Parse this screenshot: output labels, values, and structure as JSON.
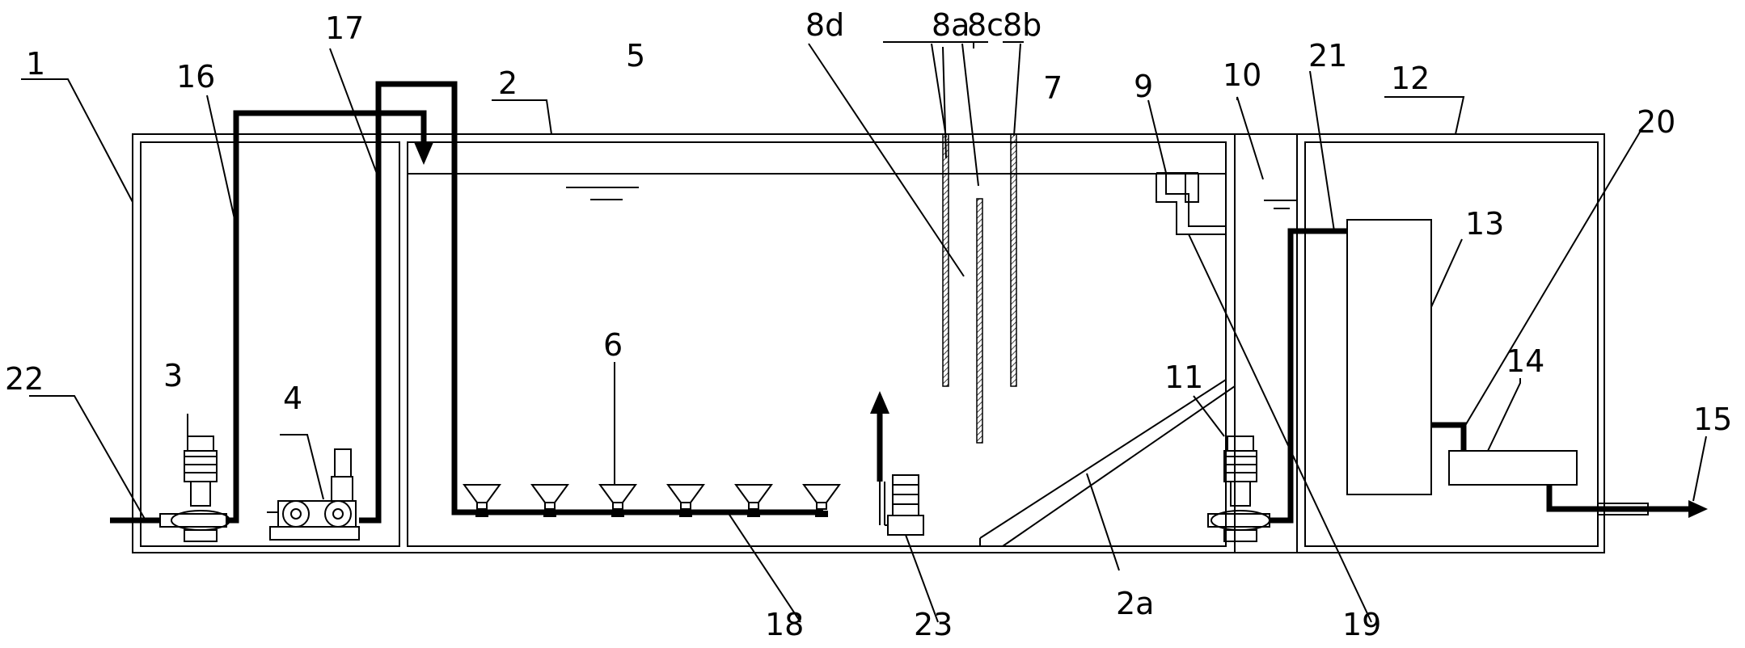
{
  "diagram": {
    "labels": {
      "l1": "1",
      "l2": "2",
      "l2a": "2a",
      "l3": "3",
      "l4": "4",
      "l5": "5",
      "l6": "6",
      "l7": "7",
      "l8a": "8a",
      "l8b": "8b",
      "l8c": "8c",
      "l8d": "8d",
      "l9": "9",
      "l10": "10",
      "l11": "11",
      "l12": "12",
      "l13": "13",
      "l14": "14",
      "l15": "15",
      "l16": "16",
      "l17": "17",
      "l18": "18",
      "l19": "19",
      "l20": "20",
      "l21": "21",
      "l22": "22",
      "l23": "23"
    },
    "diffuser_count": 6
  }
}
